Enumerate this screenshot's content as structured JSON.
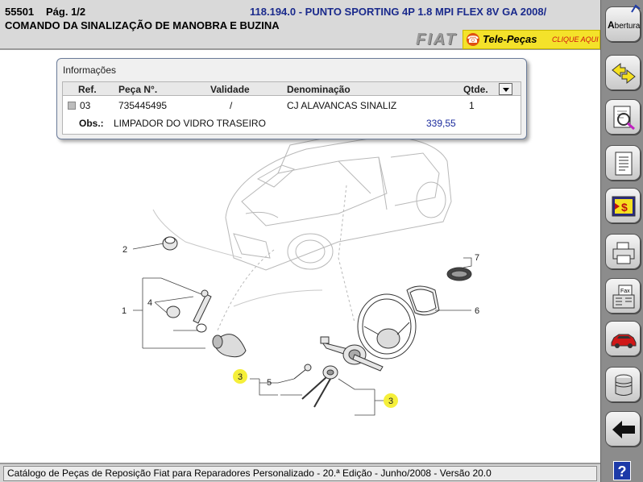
{
  "header": {
    "code": "55501",
    "page": "Pág. 1/2",
    "vehicle": "118.194.0 - PUNTO SPORTING 4P  1.8 MPI FLEX 8V GA 2008/",
    "title": "COMANDO DA SINALIZAÇÃO DE MANOBRA E BUZINA",
    "brand_logo": "FIAT",
    "telepecas": {
      "brand": "Tele-Peças",
      "cta": "CLIQUE AQUI"
    }
  },
  "toolbar": {
    "abertura_first": "A",
    "abertura_rest": "bertura",
    "help": "?",
    "buttons": [
      "abertura",
      "navigate-arrows-icon",
      "zoom-search-icon",
      "document-list-icon",
      "price-calculator-icon",
      "printer-icon",
      "fax-icon",
      "car-icon",
      "engine-piston-icon",
      "back-arrow-icon"
    ]
  },
  "info_panel": {
    "title": "Informações",
    "columns": {
      "ref": "Ref.",
      "part": "Peça N°.",
      "validity": "Validade",
      "name": "Denominação",
      "qty": "Qtde."
    },
    "row": {
      "ref": "03",
      "part": "735445495",
      "validity": "/",
      "name": "CJ ALAVANCAS SINALIZ",
      "qty": "1"
    },
    "obs_label": "Obs.:",
    "obs_text": "LIMPADOR DO VIDRO TRASEIRO",
    "price": "339,55"
  },
  "diagram": {
    "callouts": [
      "1",
      "2",
      "3",
      "4",
      "5",
      "6",
      "7",
      "3"
    ],
    "highlight_color": "#f5ef3a"
  },
  "footer": {
    "text": "Catálogo de Peças de Reposição Fiat para Reparadores Personalizado - 20.ª Edição - Junho/2008 - Versão 20.0"
  }
}
